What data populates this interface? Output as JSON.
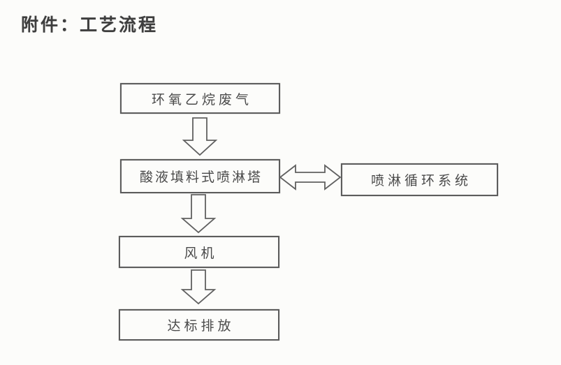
{
  "title": "附件：工艺流程",
  "colors": {
    "background": "#fcfcfa",
    "ink": "#4a4a4a",
    "border": "#5c5c5c"
  },
  "flowchart": {
    "nodes": [
      {
        "id": "waste-gas",
        "label": "环氧乙烷废气"
      },
      {
        "id": "spray-tower",
        "label": "酸液填料式喷淋塔"
      },
      {
        "id": "spray-circulation-system",
        "label": "喷淋循环系统"
      },
      {
        "id": "fan",
        "label": "风机"
      },
      {
        "id": "compliant-discharge",
        "label": "达标排放"
      }
    ],
    "edges": [
      {
        "from": "waste-gas",
        "to": "spray-tower",
        "type": "block-arrow-down"
      },
      {
        "from": "spray-tower",
        "to": "spray-circulation-system",
        "type": "block-arrow-double-horizontal"
      },
      {
        "from": "spray-tower",
        "to": "fan",
        "type": "block-arrow-down"
      },
      {
        "from": "fan",
        "to": "compliant-discharge",
        "type": "block-arrow-down"
      }
    ]
  }
}
